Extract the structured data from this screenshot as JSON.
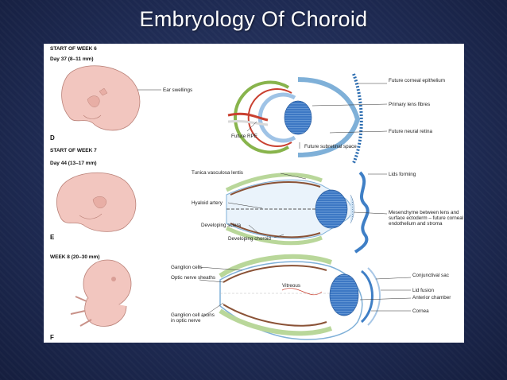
{
  "slide": {
    "title": "Embryology Of Choroid"
  },
  "figure": {
    "panels": [
      {
        "week": "START OF WEEK 6",
        "day": "Day 37 (8–11 mm)",
        "letter": "D",
        "embryo_label": "Ear swellings",
        "eye_labels": {
          "corneal": "Future corneal epithelium",
          "lens": "Primary lens fibres",
          "retina": "Future neural retina",
          "rpe": "Future RPE",
          "subretinal": "Future subretinal space"
        }
      },
      {
        "week": "START OF WEEK 7",
        "day": "Day 44 (13–17 mm)",
        "letter": "E",
        "eye_labels": {
          "tunica": "Tunica vasculosa lentis",
          "hyaloid": "Hyaloid artery",
          "sclera": "Developing sclera",
          "choroid": "Developing choroid",
          "lids": "Lids forming",
          "mesenchyme": "Mesenchyme between lens and surface ectoderm – future corneal endothelium and stroma"
        }
      },
      {
        "week": "WEEK 8 (20–30 mm)",
        "letter": "F",
        "eye_labels": {
          "ganglion": "Ganglion cells",
          "optic_sheaths": "Optic nerve sheaths",
          "vitreous": "Vitreous",
          "axons": "Ganglion cell axons in optic nerve",
          "conjunctival": "Conjunctival sac",
          "lid_fusion": "Lid fusion",
          "anterior": "Anterior chamber",
          "cornea": "Cornea"
        }
      }
    ]
  },
  "colors": {
    "embryo_skin": "#f2c6bf",
    "lens_blue": "#4f8ad0",
    "choroid_brown": "#8a5236",
    "sclera_green": "#b9d79a",
    "slide_bg": "#1e2a52"
  }
}
